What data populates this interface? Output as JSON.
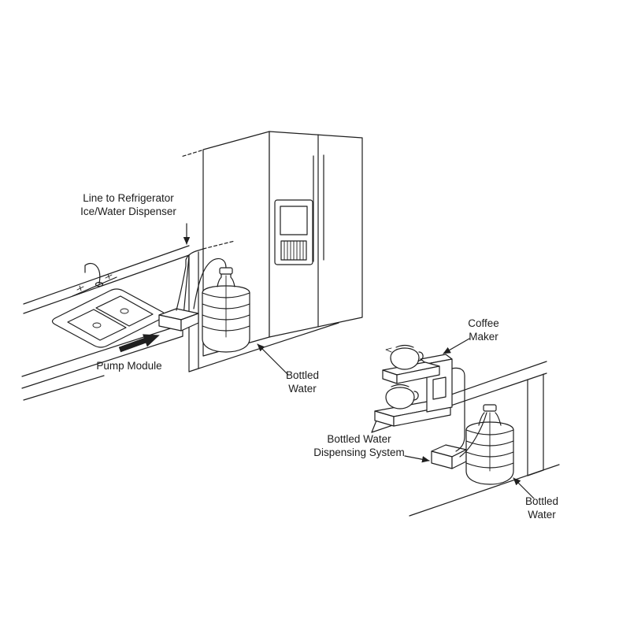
{
  "page": {
    "background": "#ffffff",
    "line_color": "#1f1f1f"
  },
  "left_scene": {
    "labels": {
      "line_to_refrigerator": "Line to Refrigerator\nIce/Water Dispenser",
      "pump_module": "Pump Module",
      "bottled_water": "Bottled\nWater"
    }
  },
  "right_scene": {
    "labels": {
      "coffee_maker": "Coffee\nMaker",
      "dispensing_system": "Bottled Water\nDispensing System",
      "bottled_water": "Bottled\nWater"
    }
  }
}
